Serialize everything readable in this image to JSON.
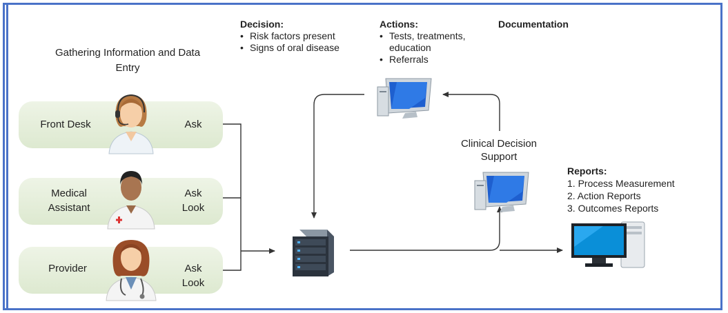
{
  "title": "Gathering Information and Data Entry",
  "roles": [
    {
      "label": "Front Desk",
      "actions": "Ask"
    },
    {
      "label": "Medical Assistant",
      "actions": "Ask Look"
    },
    {
      "label": "Provider",
      "actions": "Ask Look"
    }
  ],
  "decision": {
    "heading": "Decision:",
    "items": [
      "Risk factors present",
      "Signs of oral disease"
    ]
  },
  "actions": {
    "heading": "Actions:",
    "items": [
      "Tests, treatments, education",
      "Referrals"
    ]
  },
  "documentation": {
    "heading": "Documentation"
  },
  "cds": {
    "label": "Clinical Decision Support"
  },
  "reports": {
    "heading": "Reports:",
    "items": [
      "1. Process Measurement",
      "2. Action Reports",
      "3. Outcomes Reports"
    ]
  },
  "icons": {
    "front_desk": "receptionist-headset-icon",
    "medical_assistant": "medical-assistant-icon",
    "provider": "doctor-stethoscope-icon",
    "server": "server-tower-icon",
    "computer": "computer-monitor-icon",
    "workstation": "workstation-icon"
  },
  "colors": {
    "frame": "#4a72c8",
    "pill": "#e6efdc",
    "connector": "#333333"
  }
}
